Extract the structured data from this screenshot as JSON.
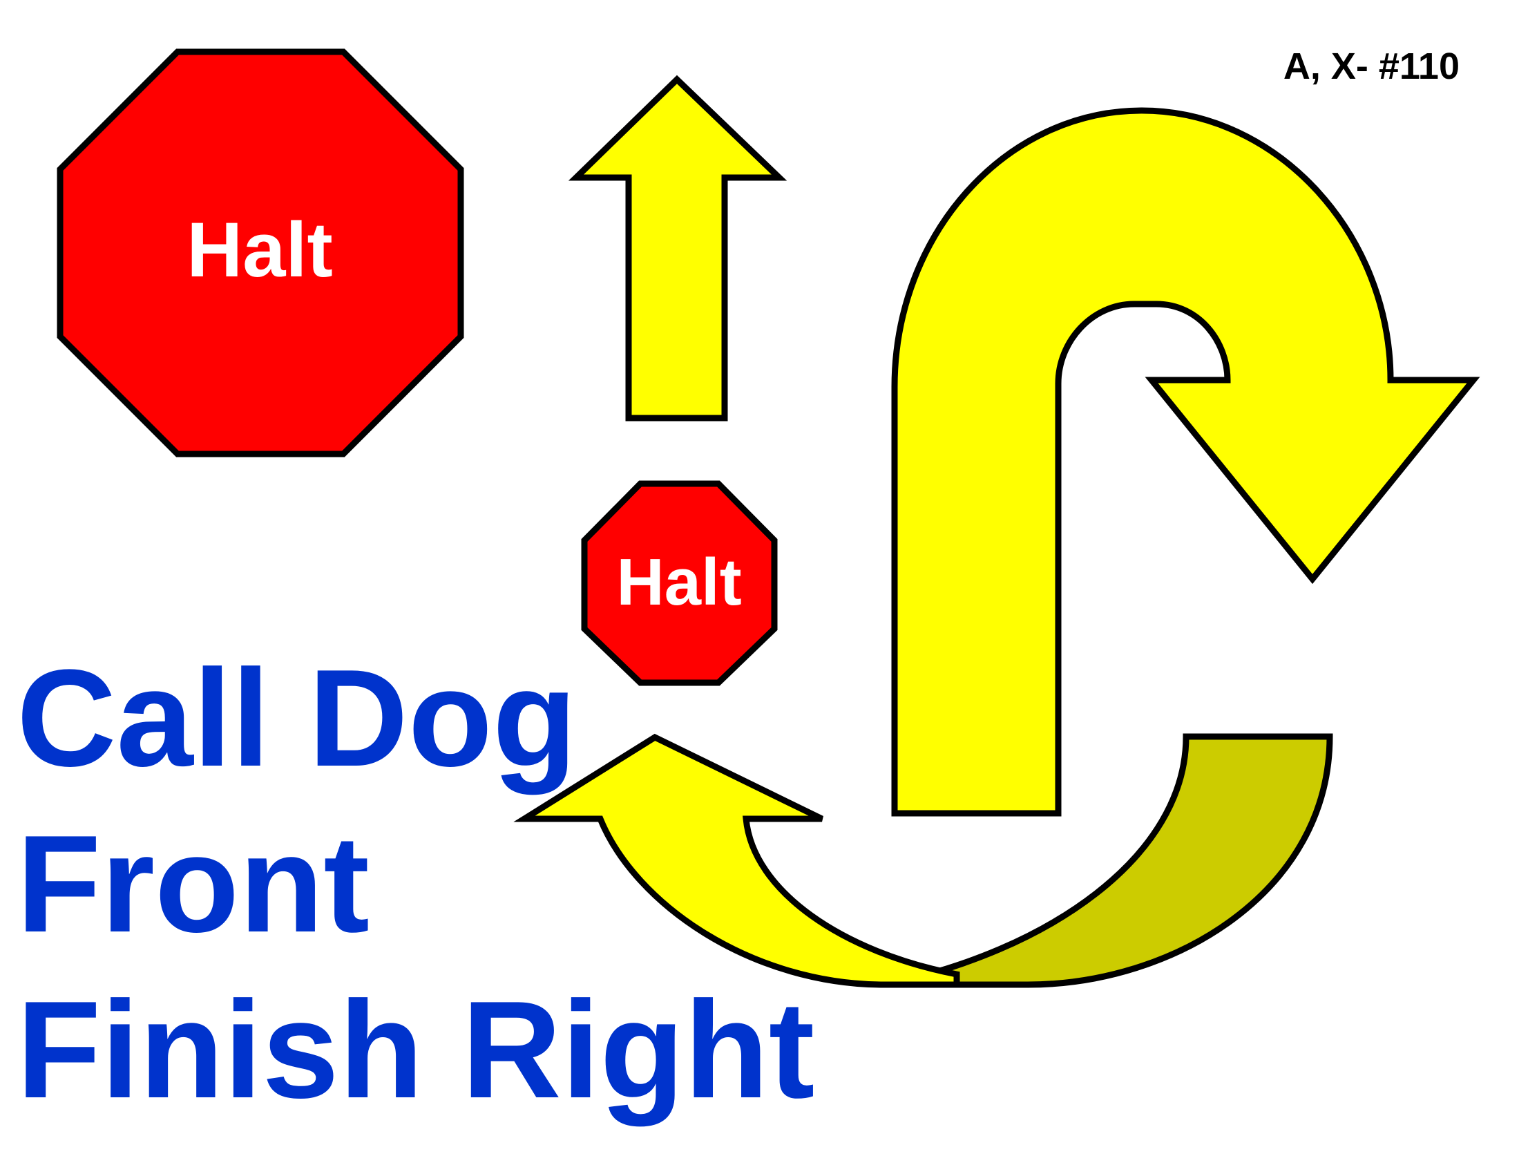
{
  "sign_id": "A, X- #110",
  "halt_label_large": "Halt",
  "halt_label_small": "Halt",
  "title_lines": [
    "Call Dog",
    "Front",
    "Finish Right"
  ],
  "colors": {
    "stop_red": "#FF0000",
    "arrow_yellow": "#FFFF00",
    "arrow_shadow": "#CCCC00",
    "outline": "#000000",
    "title_blue": "#0033CC",
    "halt_text": "#FFFFFF"
  },
  "icons": [
    "stop-octagon-icon",
    "forward-arrow-icon",
    "u-turn-arrow-icon",
    "finish-right-arrow-icon"
  ]
}
